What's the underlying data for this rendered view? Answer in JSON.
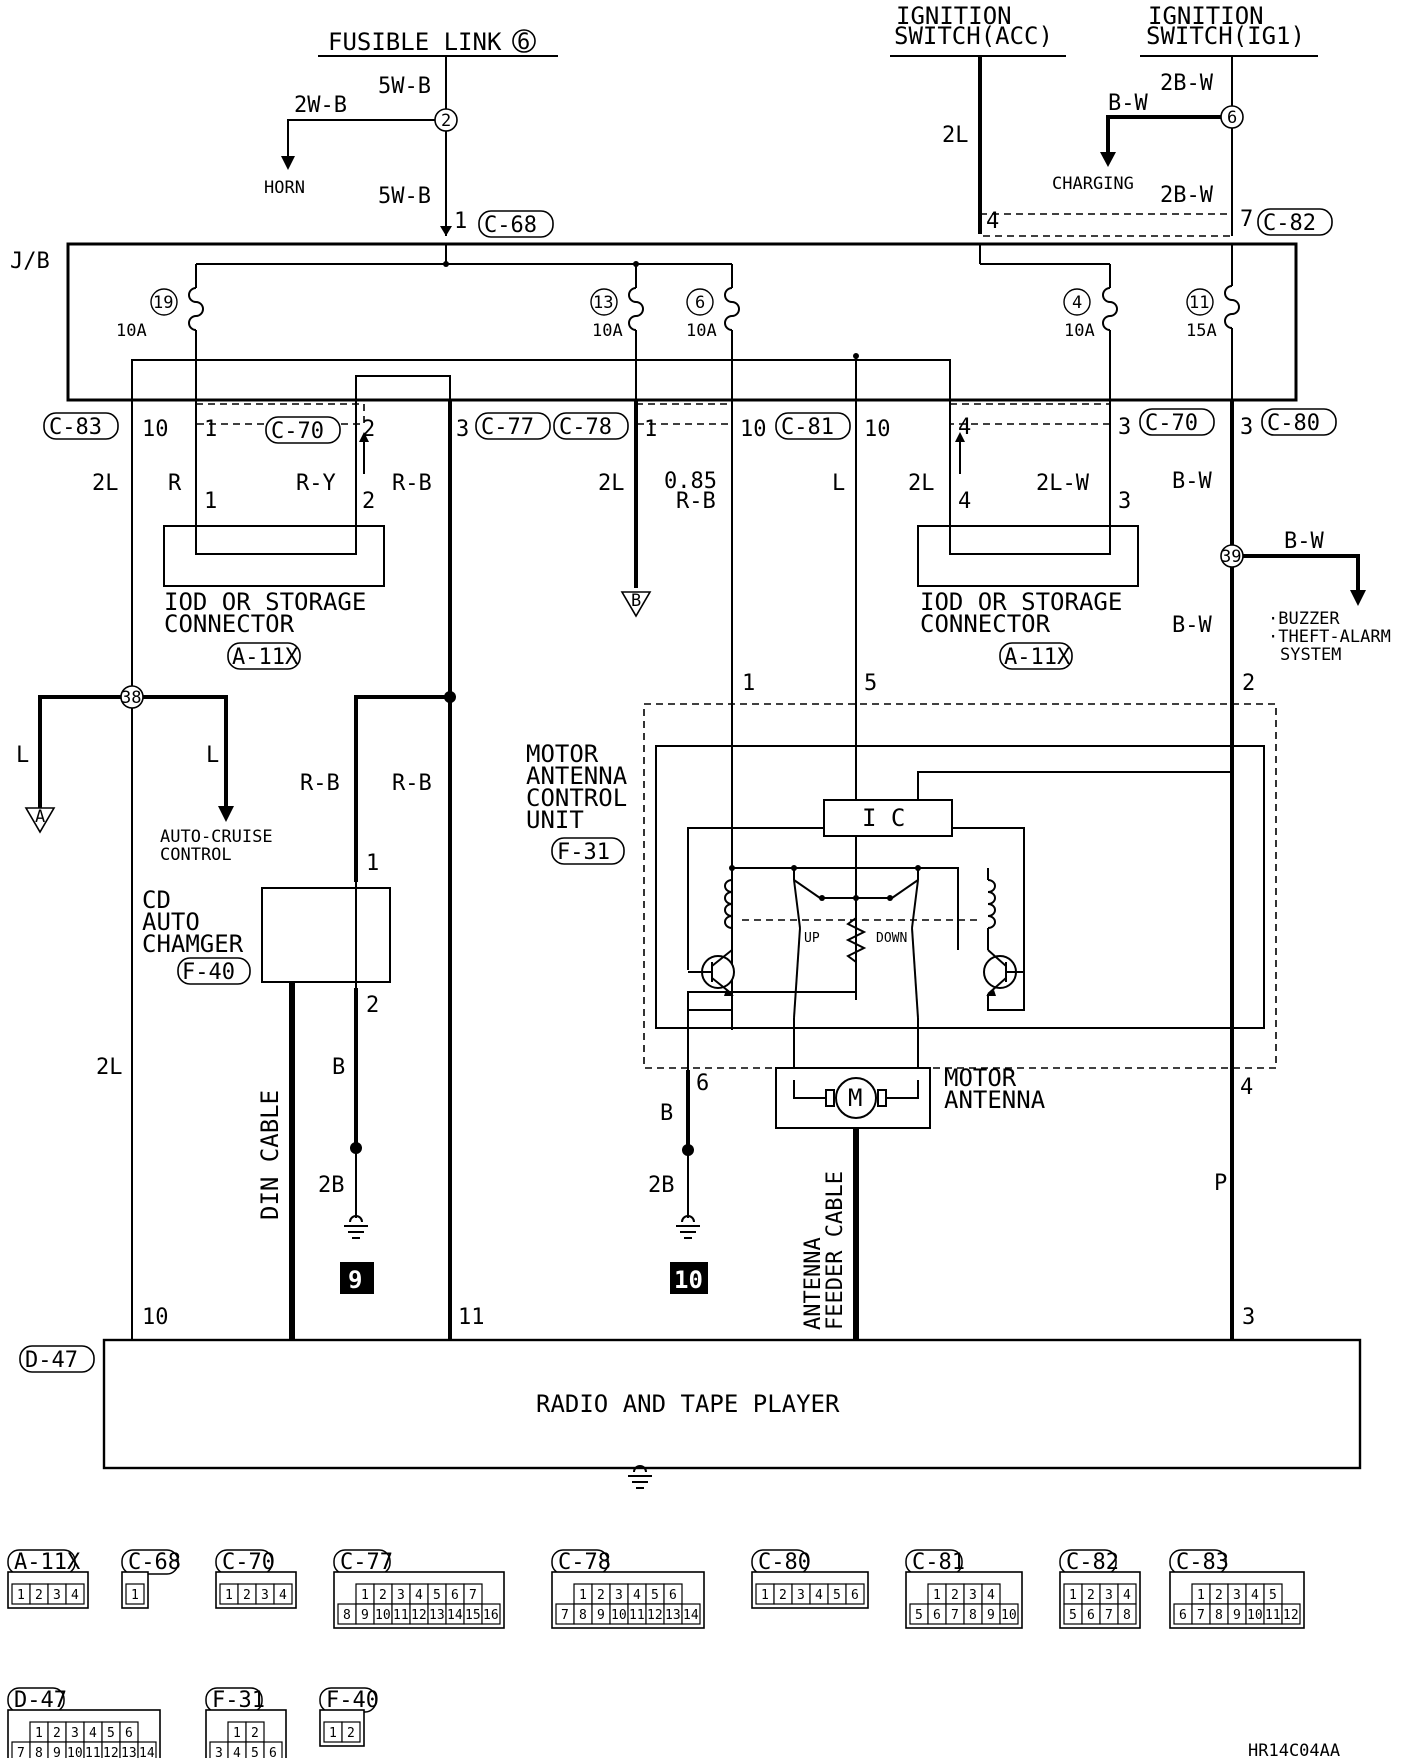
{
  "sources": {
    "fusible_link": "FUSIBLE LINK",
    "fusible_link_no": "6",
    "ign_acc_1": "IGNITION",
    "ign_acc_2": "SWITCH(ACC)",
    "ign_ig1_1": "IGNITION",
    "ign_ig1_2": "SWITCH(IG1)"
  },
  "splices": {
    "s2": "2",
    "s6": "6",
    "s38": "38",
    "s39": "39"
  },
  "wires": {
    "w5wb_top": "5W-B",
    "w2wb": "2W-B",
    "w5wb_low": "5W-B",
    "w2l_acc": "2L",
    "w2bw_top": "2B-W",
    "wbw_charge": "B-W",
    "w2bw_low": "2B-W",
    "w2l_a": "2L",
    "w_r": "R",
    "w_ry": "R-Y",
    "w_rb": "R-B",
    "w2l_b": "2L",
    "w085": "0.85",
    "w085rb": "R-B",
    "w_l": "L",
    "w2l_c": "2L",
    "w2lw": "2L-W",
    "wbw_a": "B-W",
    "wbw_b": "B-W",
    "wbw_c": "B-W",
    "w_l_a": "L",
    "w_l_b": "L",
    "w_rb_b": "R-B",
    "w_rb_c": "R-B",
    "w2l_d": "2L",
    "w_b_a": "B",
    "w2b_a": "2B",
    "w_b_b": "B",
    "w2b_b": "2B",
    "w_p": "P"
  },
  "dest": {
    "horn": "HORN",
    "charging": "CHARGING",
    "buzzer": "·BUZZER",
    "theft": "·THEFT-ALARM",
    "system": "SYSTEM",
    "autocruise1": "AUTO-CRUISE",
    "autocruise2": "CONTROL",
    "arrow_a": "A",
    "arrow_b": "B"
  },
  "jb": "J/B",
  "fuses": [
    {
      "no": "19",
      "amp": "10A"
    },
    {
      "no": "13",
      "amp": "10A"
    },
    {
      "no": "6",
      "amp": "10A"
    },
    {
      "no": "4",
      "amp": "10A"
    },
    {
      "no": "11",
      "amp": "15A"
    }
  ],
  "connectors": {
    "c68": "C-68",
    "c82": "C-82",
    "c83": "C-83",
    "c70": "C-70",
    "c77": "C-77",
    "c78": "C-78",
    "c81": "C-81",
    "c70b": "C-70",
    "c80": "C-80",
    "a11x_1": "A-11X",
    "a11x_2": "A-11X",
    "f31": "F-31",
    "f40": "F-40",
    "d47": "D-47"
  },
  "pins": {
    "p1_c68": "1",
    "p4_acc": "4",
    "p7_c82": "7",
    "p10_c83": "10",
    "p1_c70": "1",
    "p2_c70": "2",
    "p3_c77": "3",
    "p1_c78": "1",
    "p10_c81a": "10",
    "p10_c81b": "10",
    "p4_c70": "4",
    "p3_c70": "3",
    "p3_c80": "3",
    "p1_a11": "1",
    "p2_a11": "2",
    "p4_a11": "4",
    "p3_a11": "3",
    "p1_f31": "1",
    "p5_f31": "5",
    "p2_f31": "2",
    "p6_f31": "6",
    "p4_f31": "4",
    "p1_f40": "1",
    "p2_f40": "2",
    "p10_d47": "10",
    "p11_d47": "11",
    "p3_d47": "3"
  },
  "components": {
    "iod1_1": "IOD OR STORAGE",
    "iod1_2": "CONNECTOR",
    "iod2_1": "IOD OR STORAGE",
    "iod2_2": "CONNECTOR",
    "mac_1": "MOTOR",
    "mac_2": "ANTENNA",
    "mac_3": "CONTROL",
    "mac_4": "UNIT",
    "ic": "I C",
    "up": "UP",
    "down": "DOWN",
    "motor_symbol": "M",
    "motor_ant_1": "MOTOR",
    "motor_ant_2": "ANTENNA",
    "cd_1": "CD",
    "cd_2": "AUTO",
    "cd_3": "CHAMGER",
    "din": "DIN CABLE",
    "feeder_1": "ANTENNA",
    "feeder_2": "FEEDER CABLE",
    "radio": "RADIO AND TAPE PLAYER"
  },
  "grounds": {
    "g9": "9",
    "g10": "10"
  },
  "legend": [
    {
      "name": "A-11X",
      "rows": [
        [
          "1",
          "2",
          "3",
          "4"
        ]
      ]
    },
    {
      "name": "C-68",
      "rows": [
        [
          "1"
        ]
      ]
    },
    {
      "name": "C-70",
      "rows": [
        [
          "1",
          "2",
          "3",
          "4"
        ]
      ]
    },
    {
      "name": "C-77",
      "rows": [
        [
          "1",
          "2",
          "3",
          "4",
          "5",
          "6",
          "7"
        ],
        [
          "8",
          "9",
          "10",
          "11",
          "12",
          "13",
          "14",
          "15",
          "16"
        ]
      ]
    },
    {
      "name": "C-78",
      "rows": [
        [
          "1",
          "2",
          "3",
          "4",
          "5",
          "6"
        ],
        [
          "7",
          "8",
          "9",
          "10",
          "11",
          "12",
          "13",
          "14"
        ]
      ]
    },
    {
      "name": "C-80",
      "rows": [
        [
          "1",
          "2",
          "3",
          "4",
          "5",
          "6"
        ]
      ]
    },
    {
      "name": "C-81",
      "rows": [
        [
          "1",
          "2",
          "3",
          "4"
        ],
        [
          "5",
          "6",
          "7",
          "8",
          "9",
          "10"
        ]
      ]
    },
    {
      "name": "C-82",
      "rows": [
        [
          "1",
          "2",
          "3",
          "4"
        ],
        [
          "5",
          "6",
          "7",
          "8"
        ]
      ]
    },
    {
      "name": "C-83",
      "rows": [
        [
          "1",
          "2",
          "3",
          "4",
          "5"
        ],
        [
          "6",
          "7",
          "8",
          "9",
          "10",
          "11",
          "12"
        ]
      ]
    },
    {
      "name": "D-47",
      "rows": [
        [
          "1",
          "2",
          "3",
          "4",
          "5",
          "6"
        ],
        [
          "7",
          "8",
          "9",
          "10",
          "11",
          "12",
          "13",
          "14"
        ]
      ]
    },
    {
      "name": "F-31",
      "rows": [
        [
          "1",
          "2"
        ],
        [
          "3",
          "4",
          "5",
          "6"
        ]
      ]
    },
    {
      "name": "F-40",
      "rows": [
        [
          "1",
          "2"
        ]
      ]
    }
  ],
  "figure_code": "HR14C04AA"
}
